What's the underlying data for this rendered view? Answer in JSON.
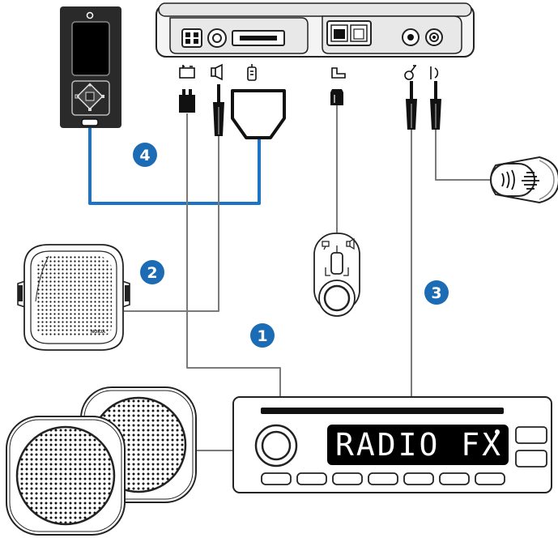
{
  "radio": {
    "display_text": "RADIO FX"
  },
  "speaker": {
    "brand": "NOKIA"
  },
  "callouts": {
    "one": "1",
    "two": "2",
    "three": "3",
    "four": "4"
  },
  "colors": {
    "badge": "#1b6bb5",
    "handset_cable": "#1b74c6",
    "cable": "#7a7a7a",
    "outline": "#222222",
    "lcd_bg": "#000000"
  },
  "icons": {
    "power_port": "car-battery-icon",
    "speaker_port": "speaker-icon",
    "handset_port": "phone-handset-icon",
    "pc_port": "pc-connection-icon",
    "antenna_port": "antenna-icon",
    "microphone_port": "microphone-icon"
  }
}
